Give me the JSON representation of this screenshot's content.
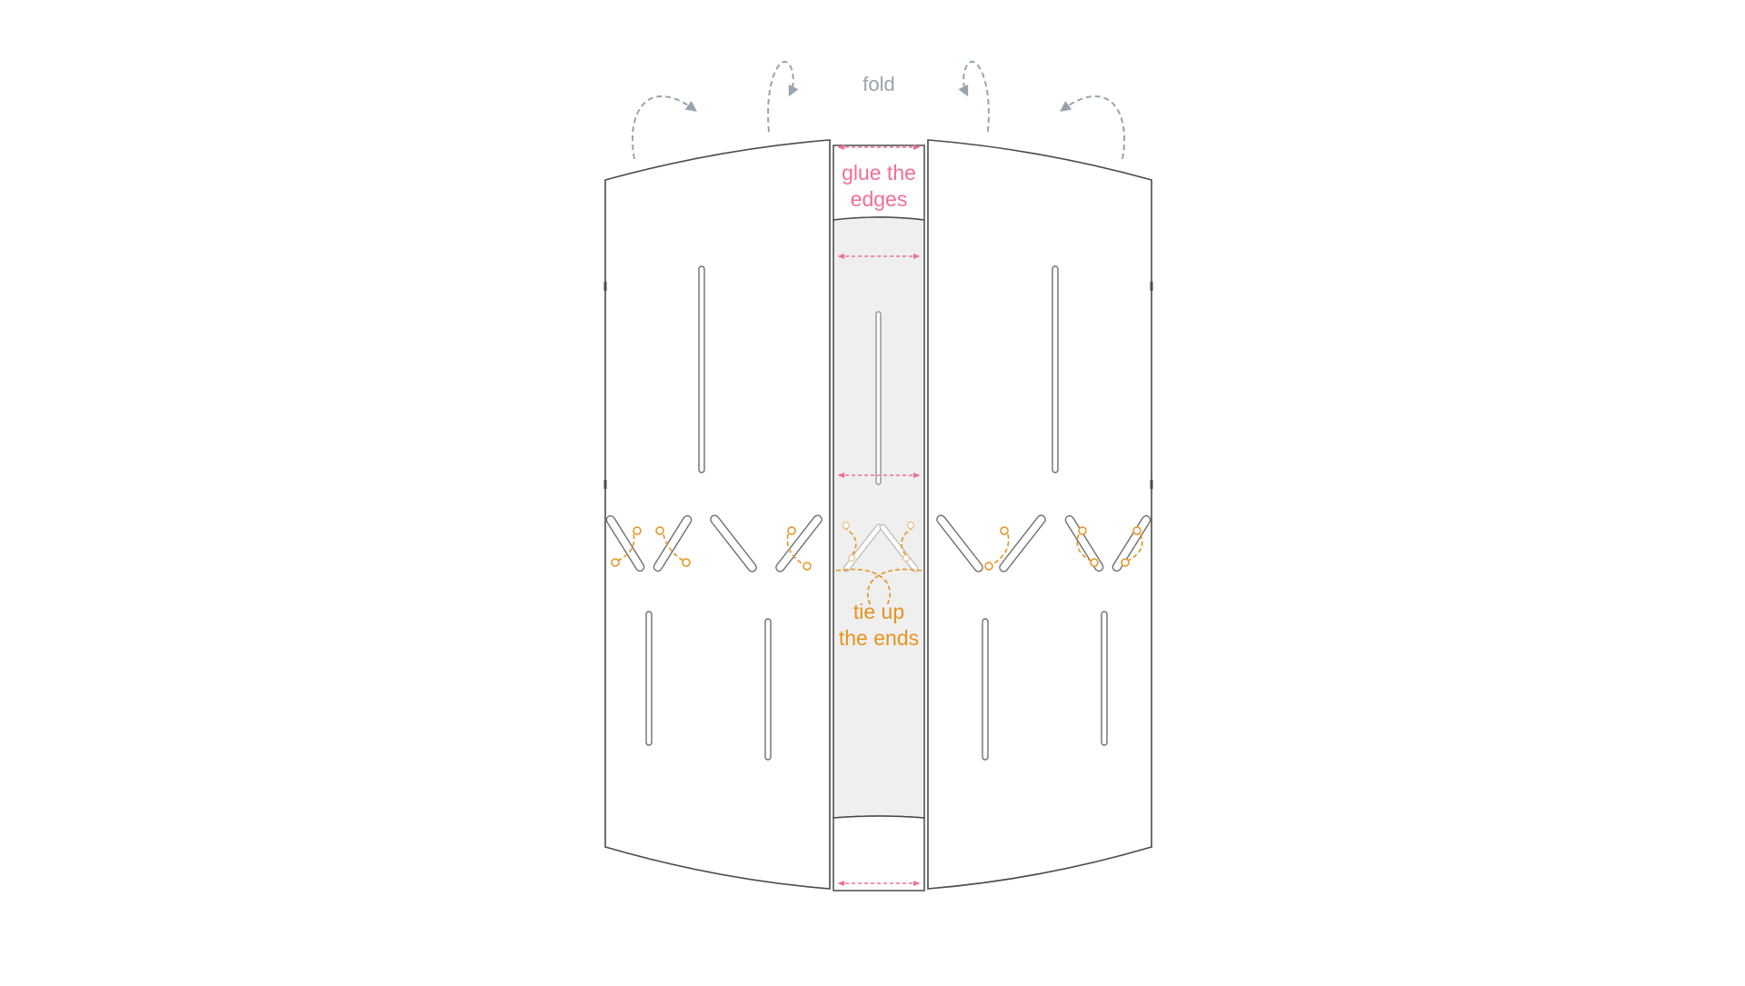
{
  "labels": {
    "fold": "fold",
    "glue_line1": "glue the",
    "glue_line2": "edges",
    "tie_line1": "tie up",
    "tie_line2": "the ends"
  },
  "colors": {
    "outline": "#4a4a4a",
    "slot": "#7a7a7a",
    "center_fill": "#efefef",
    "fold_arrow": "#97a4af",
    "glue": "#ef6f96",
    "tie": "#e8921f",
    "background": "#ffffff"
  }
}
